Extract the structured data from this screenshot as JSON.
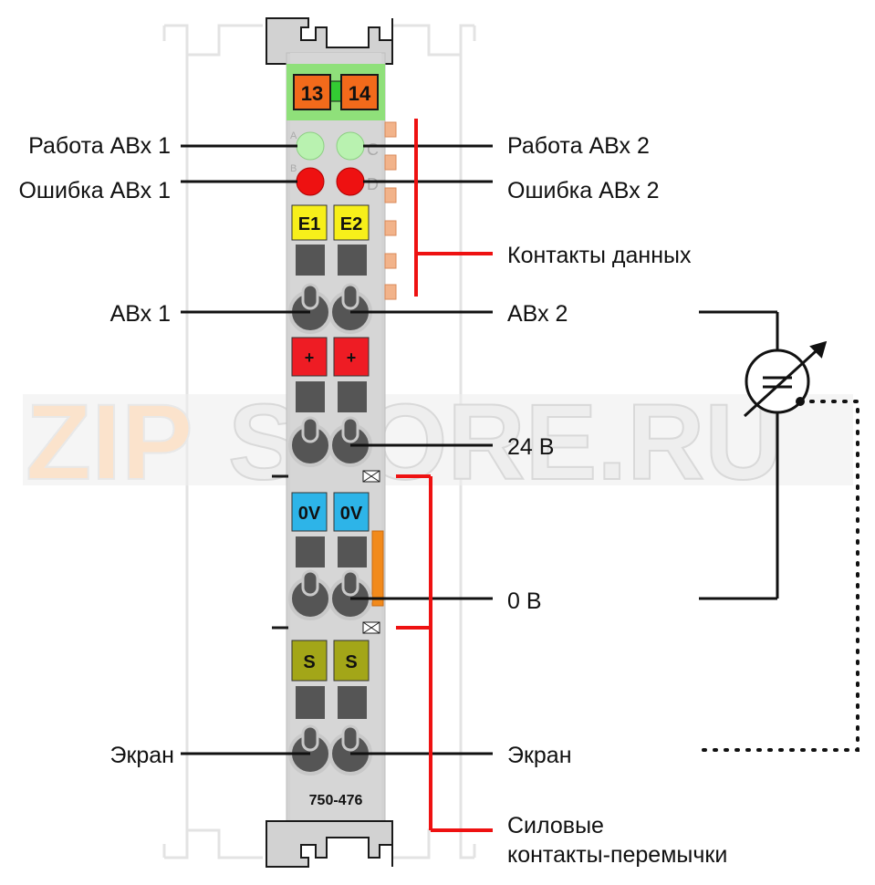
{
  "module": {
    "terminals": [
      "13",
      "14"
    ],
    "led_letters": [
      "A",
      "B",
      "C",
      "D"
    ],
    "rows": [
      {
        "left": "E1",
        "right": "E2"
      },
      {
        "left": "+",
        "right": "+"
      },
      {
        "left": "0V",
        "right": "0V"
      },
      {
        "left": "S",
        "right": "S"
      }
    ],
    "part_number": "750-476"
  },
  "labels": {
    "run1": "Работа АВх 1",
    "err1": "Ошибка АВх 1",
    "run2": "Работа АВх 2",
    "err2": "Ошибка АВх 2",
    "data_contacts": "Контакты данных",
    "ain1": "АВх 1",
    "ain2": "АВх 2",
    "v24": "24 В",
    "v0": "0 В",
    "shield_left": "Экран",
    "shield_right": "Экран",
    "power_line1": "Силовые",
    "power_line2": "контакты-перемычки"
  },
  "watermark": {
    "part1": "ZIP",
    "part2": "STORE.RU"
  },
  "colors": {
    "terminal_orange": "#f26a1b",
    "header_green": "#8fe07a",
    "led_green": "#b9f2b0",
    "led_red": "#ee1111",
    "label_yellow": "#f7ef1a",
    "label_red": "#ee1c24",
    "label_blue": "#2db4e8",
    "label_olive": "#a3a618",
    "module_grey": "#d2d2d2",
    "contact_line_red": "#ee1111"
  }
}
